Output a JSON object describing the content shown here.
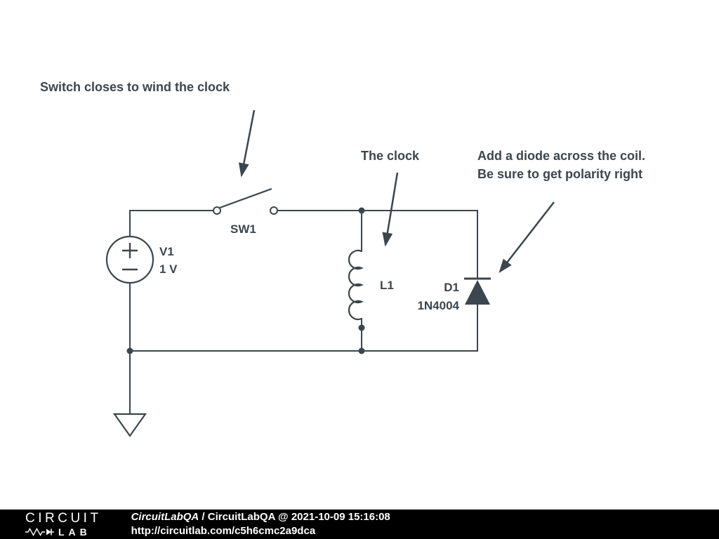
{
  "colors": {
    "ink": "#3b464e",
    "background": "#ffffff",
    "footer_bg": "#000000",
    "footer_text": "#ffffff"
  },
  "annotations": {
    "switch_note": "Switch closes to wind the clock",
    "clock_note": "The clock",
    "diode_note_line1": "Add a diode across the coil.",
    "diode_note_line2": "Be sure to get polarity right"
  },
  "components": {
    "switch": {
      "label": "SW1"
    },
    "source": {
      "name": "V1",
      "value": "1 V"
    },
    "inductor": {
      "label": "L1"
    },
    "diode": {
      "name": "D1",
      "value": "1N4004"
    }
  },
  "footer": {
    "logo_top": "CIRCUIT",
    "logo_bottom": "LAB",
    "attribution_name": "CircuitLabQA",
    "attribution_rest": " / CircuitLabQA @ 2021-10-09 15:16:08",
    "url": "http://circuitlab.com/c5h6cmc2a9dca"
  }
}
